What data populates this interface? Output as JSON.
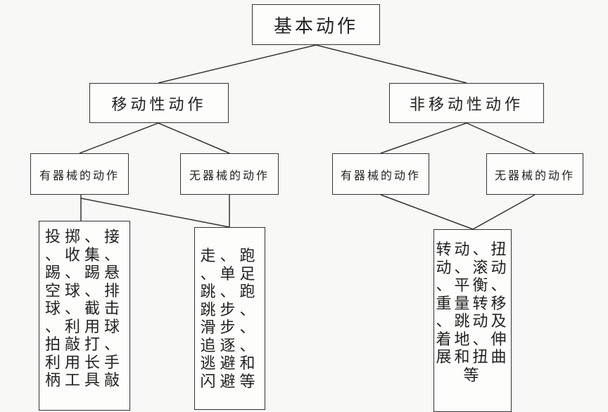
{
  "root": "基本动作",
  "branches": [
    {
      "label": "移动性动作",
      "children": [
        {
          "label": "有器械的动作"
        },
        {
          "label": "无器械的动作"
        }
      ]
    },
    {
      "label": "非移动性动作",
      "children": [
        {
          "label": "有器械的动作"
        },
        {
          "label": "无器械的动作"
        }
      ]
    }
  ],
  "details": {
    "locomotor_equipment": [
      "投掷、接",
      "、收集、",
      "踢、踢悬",
      "空球、排",
      "球、截击",
      "、利用球",
      "拍敲打、",
      "利用长手",
      "柄工具敲"
    ],
    "locomotor_no_equipment": [
      "走、跑",
      "、单足",
      "跳、跑",
      "跳步、",
      "滑步、",
      "追逐、",
      "逃避和",
      "闪避等"
    ],
    "non_locomotor": [
      "转动、扭",
      "动、滚动",
      "、平衡、",
      "重量转移",
      "、跳动及",
      "着地、伸",
      "展和扭曲",
      "等"
    ]
  }
}
